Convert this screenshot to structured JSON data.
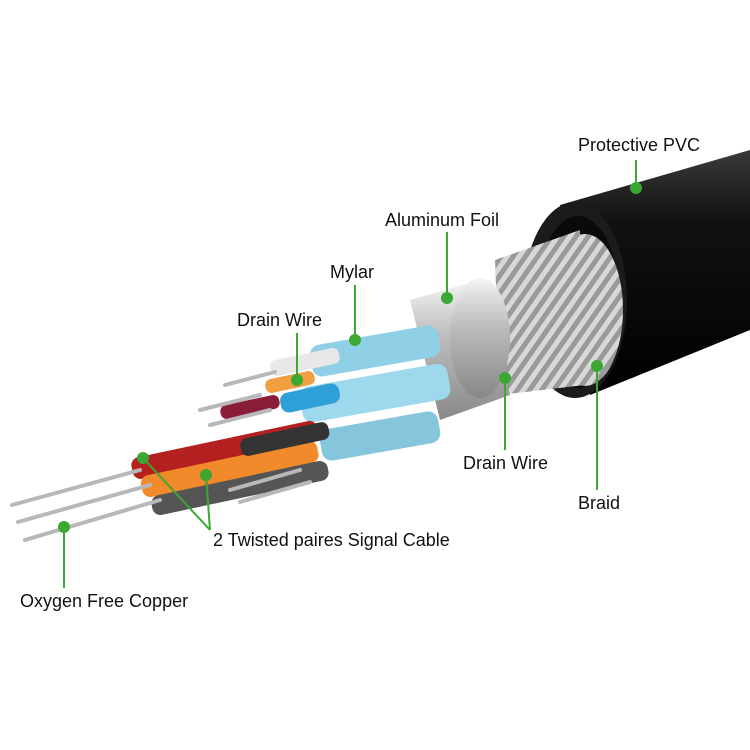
{
  "labels": {
    "protective_pvc": "Protective PVC",
    "aluminum_foil": "Aluminum Foil",
    "mylar": "Mylar",
    "drain_wire_top": "Drain Wire",
    "drain_wire_right": "Drain Wire",
    "braid": "Braid",
    "twisted_pairs": "2 Twisted paires Signal Cable",
    "oxygen_free_copper": "Oxygen Free Copper"
  },
  "colors": {
    "callout": "#3aa832",
    "jacket": "#151515",
    "mylar": "#8fd0e6",
    "foil": "#c8c8c8"
  }
}
